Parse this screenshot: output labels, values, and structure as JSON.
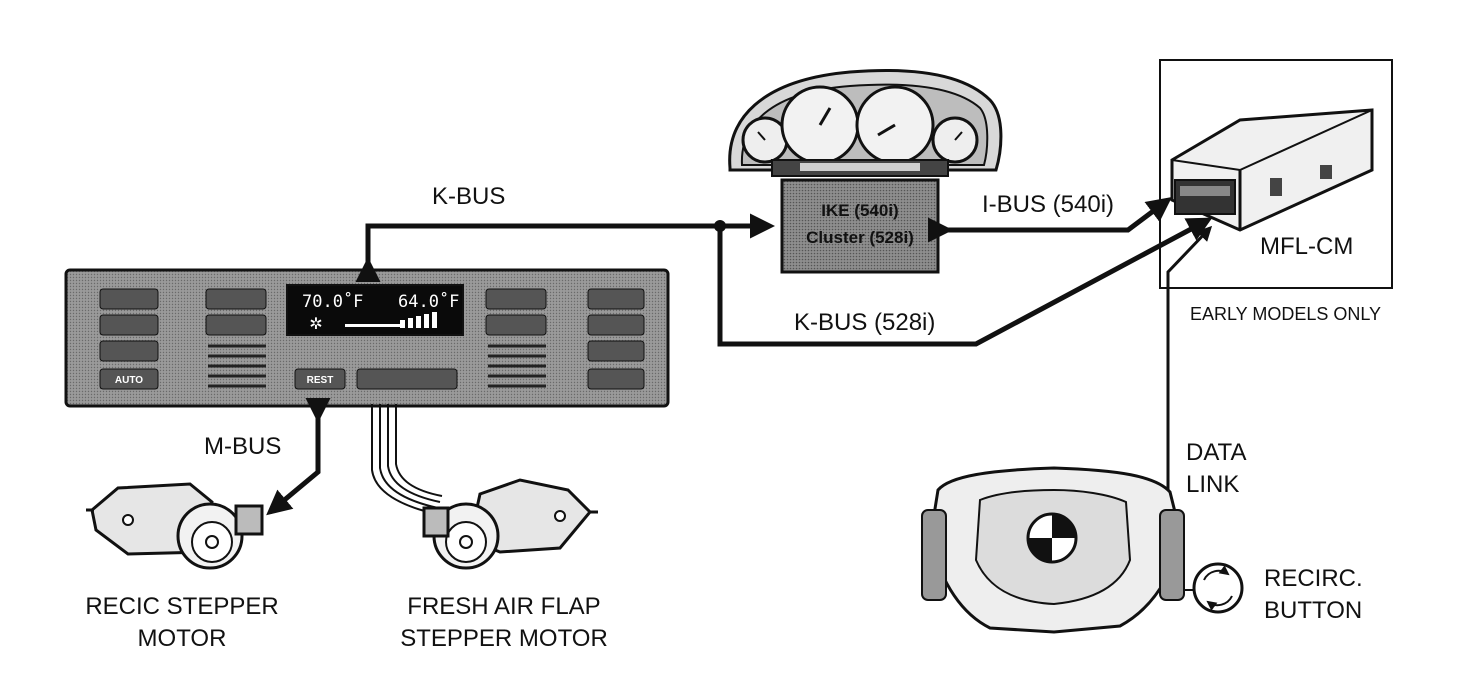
{
  "labels": {
    "k_bus_top": "K-BUS",
    "i_bus": "I-BUS (540i)",
    "k_bus_528": "K-BUS (528i)",
    "m_bus": "M-BUS",
    "mfl_cm": "MFL-CM",
    "early_models": "EARLY MODELS ONLY",
    "data_link_1": "DATA",
    "data_link_2": "LINK",
    "recic_1": "RECIC STEPPER",
    "recic_2": "MOTOR",
    "fresh_1": "FRESH AIR FLAP",
    "fresh_2": "STEPPER MOTOR",
    "recirc_btn_1": "RECIRC.",
    "recirc_btn_2": "BUTTON"
  },
  "ike": {
    "line1": "IKE (540i)",
    "line2": "Cluster (528i)"
  },
  "climate_panel": {
    "temp_left": "70.0˚F",
    "temp_right": "64.0˚F",
    "auto_label": "AUTO",
    "rest_label": "REST"
  },
  "colors": {
    "line": "#111111",
    "panel": "#8a8a8a",
    "ike_box": "#8c8c8c",
    "lcd": "#0a0a0a"
  }
}
